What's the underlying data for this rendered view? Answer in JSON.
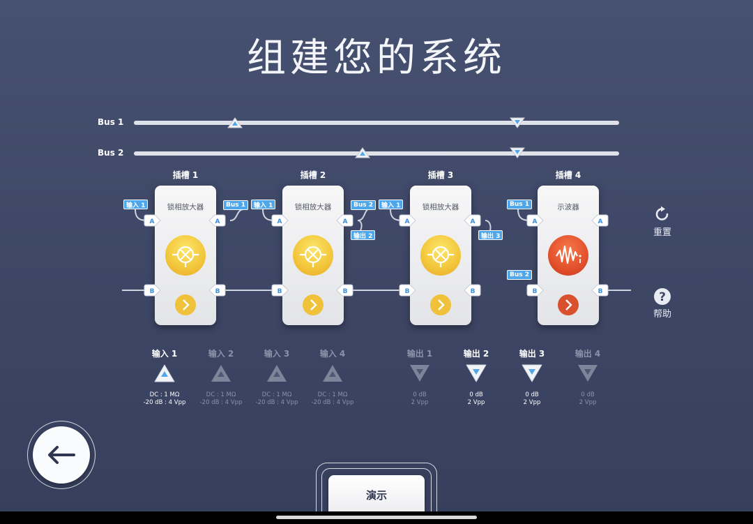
{
  "title": "组建您的系统",
  "buses": [
    {
      "label": "Bus 1"
    },
    {
      "label": "Bus 2"
    }
  ],
  "slots": [
    {
      "title": "插槽 1",
      "module": "锁相放大器",
      "type": "lockin",
      "in_tag": "输入 1",
      "out_tag": "Bus 1",
      "out_tag2": ""
    },
    {
      "title": "插槽 2",
      "module": "锁相放大器",
      "type": "lockin",
      "in_tag": "输入 1",
      "out_tag": "Bus 2",
      "out_tag2": "输出 2"
    },
    {
      "title": "插槽 3",
      "module": "锁相放大器",
      "type": "lockin",
      "in_tag": "输入 1",
      "out_tag": "",
      "out_tag2": "输出 3"
    },
    {
      "title": "插槽 4",
      "module": "示波器",
      "type": "scope",
      "in_tag": "Bus 1",
      "in_tag2": "Bus 2",
      "out_tag": "",
      "out_tag2": ""
    }
  ],
  "port_labels": {
    "a": "A",
    "b": "B"
  },
  "inputs": [
    {
      "label": "输入 1",
      "active": true,
      "spec1": "DC : 1 MΩ",
      "spec2": "-20 dB : 4 Vpp"
    },
    {
      "label": "输入 2",
      "active": false,
      "spec1": "DC : 1 MΩ",
      "spec2": "-20 dB : 4 Vpp"
    },
    {
      "label": "输入 3",
      "active": false,
      "spec1": "DC : 1 MΩ",
      "spec2": "-20 dB : 4 Vpp"
    },
    {
      "label": "输入 4",
      "active": false,
      "spec1": "DC : 1 MΩ",
      "spec2": "-20 dB : 4 Vpp"
    }
  ],
  "outputs": [
    {
      "label": "输出 1",
      "active": false,
      "spec1": "0 dB",
      "spec2": "2 Vpp"
    },
    {
      "label": "输出 2",
      "active": true,
      "spec1": "0 dB",
      "spec2": "2 Vpp"
    },
    {
      "label": "输出 3",
      "active": true,
      "spec1": "0 dB",
      "spec2": "2 Vpp"
    },
    {
      "label": "输出 4",
      "active": false,
      "spec1": "0 dB",
      "spec2": "2 Vpp"
    }
  ],
  "side": {
    "reset_label": "重置",
    "help_label": "帮助"
  },
  "demo_button": "演示",
  "colors": {
    "accent": "#4ea7ea",
    "lockin": "#f2c53a",
    "scope": "#e2502c",
    "background": "#3f4867"
  }
}
